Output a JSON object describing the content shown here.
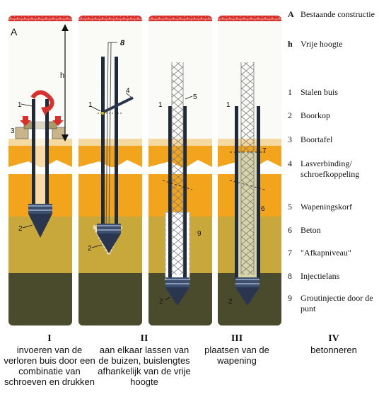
{
  "legend": [
    {
      "key": "A",
      "text": "Bestaande constructie"
    },
    {
      "key": "h",
      "text": "Vrije hoogte"
    },
    {
      "key": "1",
      "text": "Stalen buis"
    },
    {
      "key": "2",
      "text": "Boorkop"
    },
    {
      "key": "3",
      "text": "Boortafel"
    },
    {
      "key": "4",
      "text": "Lasverbinding/ schroefkoppeling"
    },
    {
      "key": "5",
      "text": "Wapeningskorf"
    },
    {
      "key": "6",
      "text": "Beton"
    },
    {
      "key": "7",
      "text": "\"Afkapniveau\""
    },
    {
      "key": "8",
      "text": "Injectielans"
    },
    {
      "key": "9",
      "text": "Groutinjectie door de punt"
    }
  ],
  "steps": [
    {
      "roman": "I",
      "desc": "invoeren van de verloren buis door een combinatie van schroeven en drukken"
    },
    {
      "roman": "II",
      "desc": "aan elkaar lassen van de buizen, buislengtes afhankelijk van de vrije hoogte"
    },
    {
      "roman": "III",
      "desc": "plaatsen van de wapening"
    },
    {
      "roman": "IV",
      "desc": "betonneren"
    }
  ],
  "panel_labels": {
    "A": "A",
    "h": "h",
    "n1": "1",
    "n2": "2",
    "n3": "3",
    "n4": "4",
    "n5": "5",
    "n6": "6",
    "n7": "7",
    "n8": "8",
    "n9": "9"
  },
  "colors": {
    "brick": "#d9302c",
    "sky": "#ffffff",
    "sand_light": "#f4d9a0",
    "orange": "#f2a41c",
    "olive": "#c8a83a",
    "dark_soil": "#4a4a2c",
    "pipe": "#1f2b3a",
    "concrete": "#d8d3a8",
    "cage": "#7a7a7a",
    "arrow_red": "#d9302c"
  }
}
